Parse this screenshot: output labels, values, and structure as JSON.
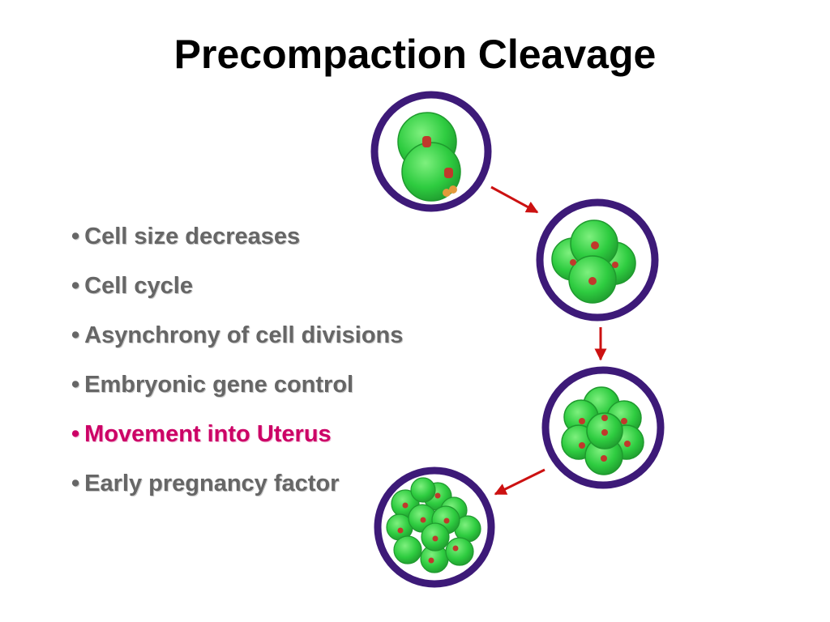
{
  "slide": {
    "title": "Precompaction Cleavage",
    "bullets": [
      {
        "text": "Cell size decreases",
        "highlight": false
      },
      {
        "text": "Cell cycle",
        "highlight": false
      },
      {
        "text": "Asynchrony of cell divisions",
        "highlight": false
      },
      {
        "text": "Embryonic gene control",
        "highlight": false
      },
      {
        "text": "Movement into Uterus",
        "highlight": true
      },
      {
        "text": "Early pregnancy factor",
        "highlight": false
      }
    ],
    "bullet_glyph": "•",
    "colors": {
      "bullet_text": "#666666",
      "bullet_highlight": "#cc0066",
      "zona_ring": "#3d1a78",
      "cell_fill": "#2ecc40",
      "nucleus": "#c0392b",
      "arrow": "#cc1111"
    }
  }
}
